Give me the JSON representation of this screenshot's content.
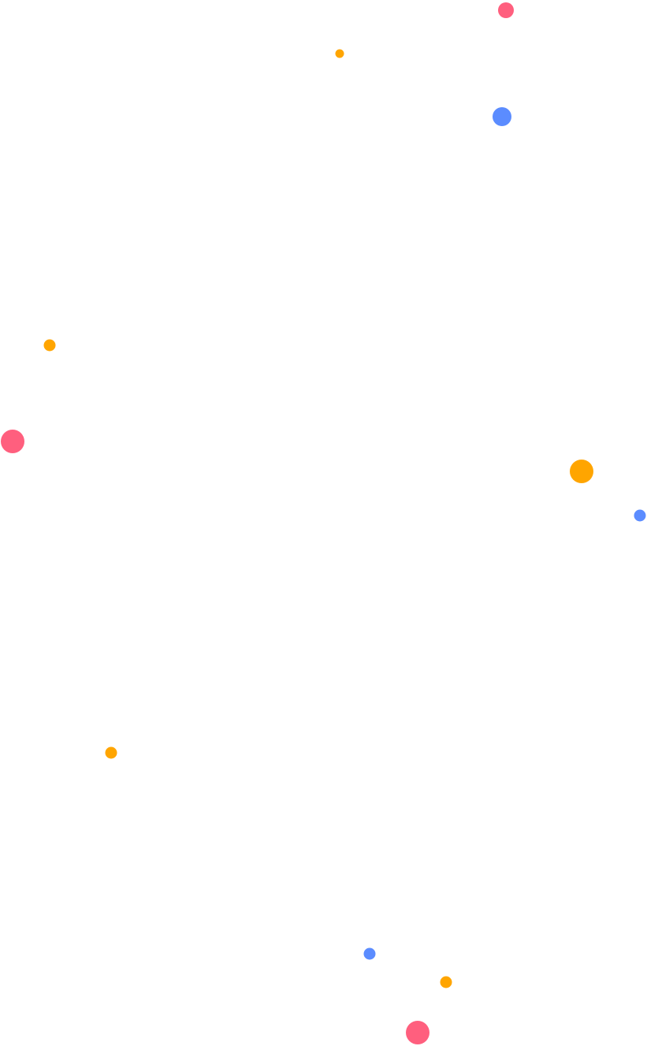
{
  "background_color": "#ffffff",
  "palette": {
    "pink": "#ff5f7e",
    "orange": "#ffa500",
    "blue": "#5b8cff"
  },
  "decorations": {
    "dots": [
      {
        "name": "pink-dot-1",
        "color": "pink"
      },
      {
        "name": "orange-dot-1",
        "color": "orange"
      },
      {
        "name": "blue-dot-1",
        "color": "blue"
      },
      {
        "name": "orange-dot-2",
        "color": "orange"
      },
      {
        "name": "pink-dot-2",
        "color": "pink"
      },
      {
        "name": "orange-dot-3",
        "color": "orange"
      },
      {
        "name": "blue-dot-2",
        "color": "blue"
      },
      {
        "name": "orange-dot-4",
        "color": "orange"
      },
      {
        "name": "blue-dot-3",
        "color": "blue"
      },
      {
        "name": "orange-dot-5",
        "color": "orange"
      },
      {
        "name": "pink-dot-3",
        "color": "pink"
      }
    ]
  }
}
